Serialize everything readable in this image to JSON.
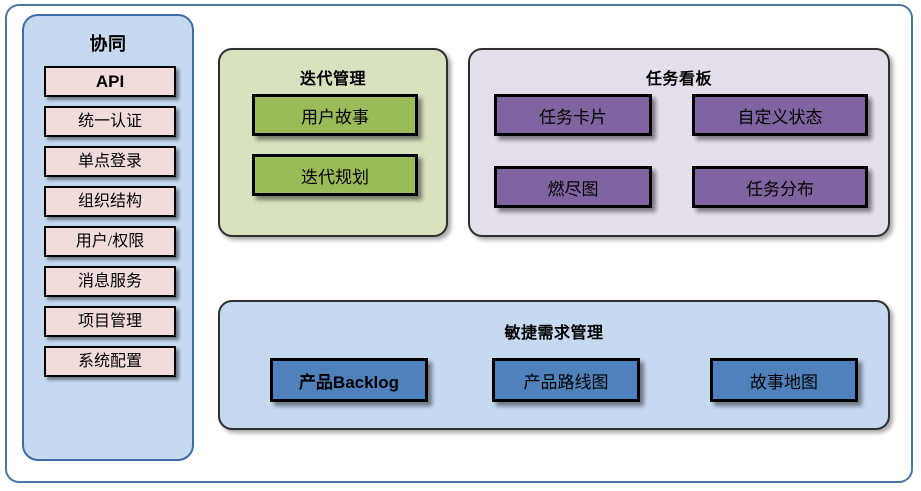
{
  "diagram": {
    "frame_color": "#4e76a4",
    "background": "#ffffff"
  },
  "sidebar": {
    "title": "协同",
    "fill": "#c5d9f1",
    "border": "#3d6da8",
    "chip_fill": "#f2dcdb",
    "items": [
      {
        "label": "API",
        "emphasis": true
      },
      {
        "label": "统一认证",
        "emphasis": false
      },
      {
        "label": "单点登录",
        "emphasis": false
      },
      {
        "label": "组织结构",
        "emphasis": false
      },
      {
        "label": "用户/权限",
        "emphasis": false
      },
      {
        "label": "消息服务",
        "emphasis": false
      },
      {
        "label": "项目管理",
        "emphasis": false
      },
      {
        "label": "系统配置",
        "emphasis": false
      }
    ]
  },
  "panels": {
    "iteration": {
      "title": "迭代管理",
      "fill": "#d9e2bf",
      "box_fill": "#9bbb59",
      "items": [
        {
          "label": "用户故事"
        },
        {
          "label": "迭代规划"
        }
      ]
    },
    "taskboard": {
      "title": "任务看板",
      "fill": "#e5dfec",
      "box_fill": "#8064a2",
      "items": [
        {
          "label": "任务卡片"
        },
        {
          "label": "自定义状态"
        },
        {
          "label": "燃尽图"
        },
        {
          "label": "任务分布"
        }
      ]
    },
    "agile": {
      "title": "敏捷需求管理",
      "fill": "#c5d9f1",
      "box_fill": "#4f81bd",
      "items": [
        {
          "label": "产品Backlog"
        },
        {
          "label": "产品路线图"
        },
        {
          "label": "故事地图"
        }
      ]
    }
  }
}
